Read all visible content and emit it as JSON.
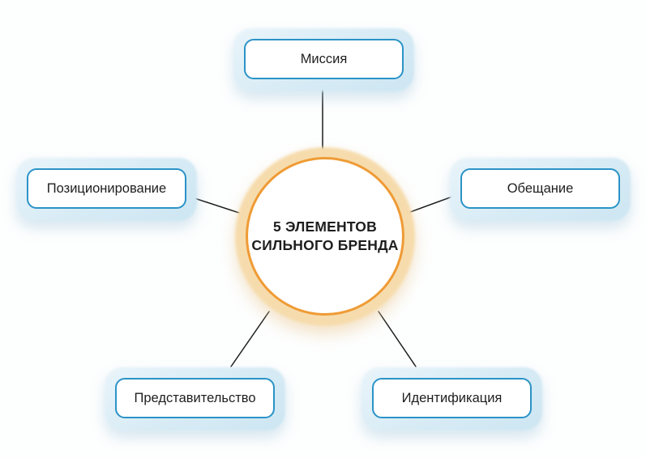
{
  "diagram": {
    "center": {
      "line1": "5 ЭЛЕМЕНТОВ",
      "line2": "СИЛЬНОГО БРЕНДА"
    },
    "nodes": [
      {
        "id": "mission",
        "label": "Миссия"
      },
      {
        "id": "positioning",
        "label": "Позиционирование"
      },
      {
        "id": "promise",
        "label": "Обещание"
      },
      {
        "id": "representation",
        "label": "Представительство"
      },
      {
        "id": "identification",
        "label": "Идентификация"
      }
    ],
    "colors": {
      "background": "#fdfefe",
      "text": "#1e1e1e",
      "connector": "#1b1b1b",
      "node_border": "#2b93c7",
      "node_fill": "#ffffff",
      "node_halo": "#d7ebf5",
      "center_ring": "#ef9b35",
      "center_halo": "#f6dcad",
      "center_fill": "#ffffff"
    }
  }
}
